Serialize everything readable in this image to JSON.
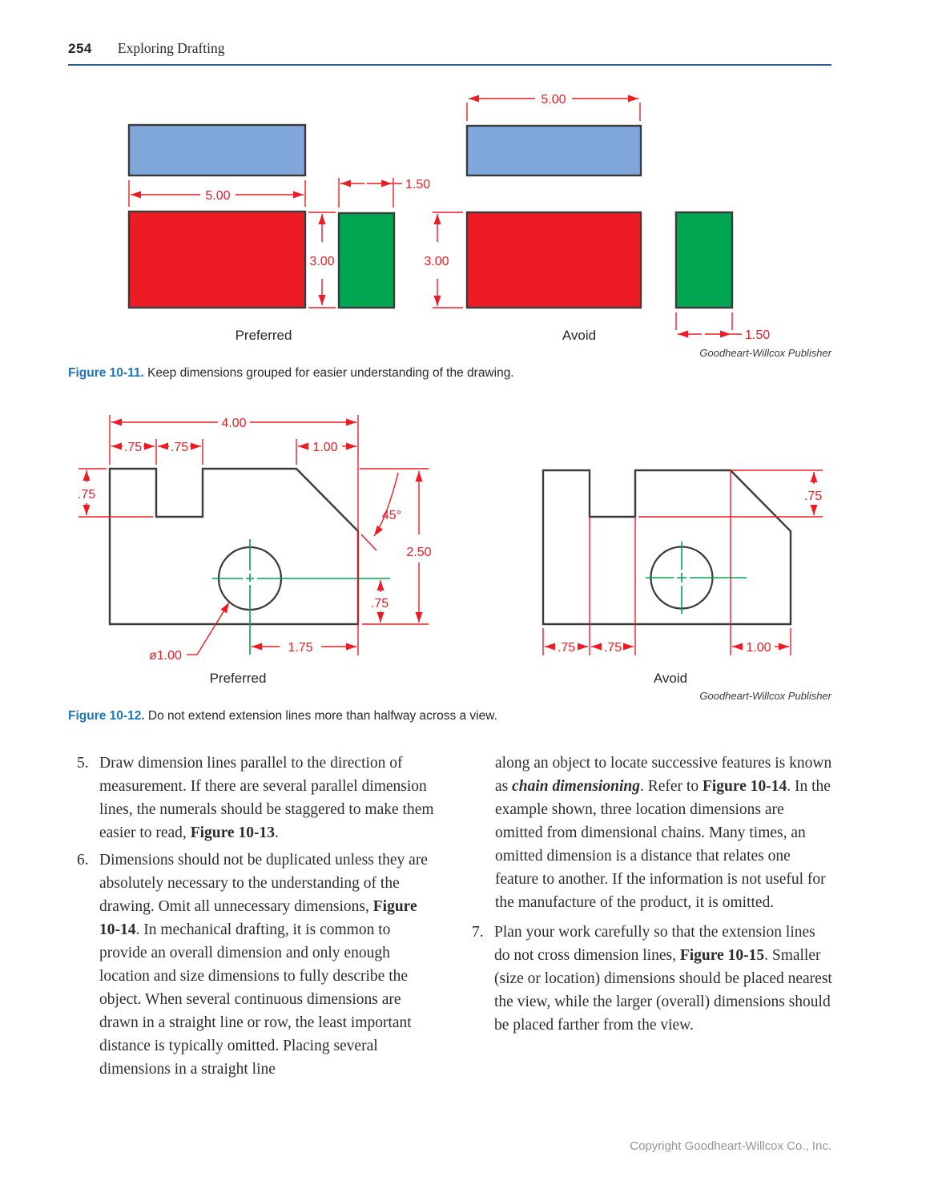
{
  "header": {
    "page_number": "254",
    "book_title": "Exploring Drafting"
  },
  "figure_10_11": {
    "preferred": {
      "width_dim": "5.00",
      "height_dim": "3.00",
      "thickness_dim": "1.50",
      "label": "Preferred"
    },
    "avoid": {
      "width_dim": "5.00",
      "height_dim": "3.00",
      "thickness_dim": "1.50",
      "label": "Avoid"
    },
    "credit": "Goodheart-Willcox Publisher",
    "caption_ref": "Figure 10-11.",
    "caption_text": " Keep dimensions grouped for easier understanding of the drawing."
  },
  "figure_10_12": {
    "preferred": {
      "overall_width": "4.00",
      "notch_offset": ".75",
      "notch_width": ".75",
      "chamfer_width": "1.00",
      "notch_depth": ".75",
      "chamfer_angle": "45°",
      "height": "2.50",
      "hole_offset_y": ".75",
      "hole_offset_x": "1.75",
      "hole_diameter": "ø1.00",
      "label": "Preferred"
    },
    "avoid": {
      "chamfer_depth": ".75",
      "notch_offset": ".75",
      "notch_width": ".75",
      "chamfer_width": "1.00",
      "label": "Avoid"
    },
    "credit": "Goodheart-Willcox Publisher",
    "caption_ref": "Figure 10-12.",
    "caption_text": " Do not extend extension lines more than halfway across a view."
  },
  "body": {
    "items": [
      {
        "num": "5.",
        "t1": "Draw dimension lines parallel to the direction of measurement. If there are several parallel dimension lines, the numerals should be staggered to make them easier to read, ",
        "ref": "Figure 10-13",
        "t2": "."
      },
      {
        "num": "6.",
        "t1": "Dimensions should not be duplicated unless they are absolutely necessary to the understanding of the drawing. Omit all unnecessary dimensions, ",
        "ref": "Figure 10-14",
        "t2": ". In mechanical drafting, it is common to provide an overall dimension and only enough location and size dimensions to fully describe the object. When several continuous dimensions are drawn in a straight line or row, the least important distance is typically omitted. Placing several dimensions in a straight line"
      },
      {
        "num": "7.",
        "t1": "Plan your work carefully so that the extension lines do not cross dimension lines, ",
        "ref": "Figure 10-15",
        "t2": ". Smaller (size or location) dimensions should be placed nearest the view, while the larger (overall) dimensions should be placed farther from the view."
      }
    ],
    "right_intro": {
      "t1": "along an object to locate successive features is known as ",
      "term": "chain dimensioning",
      "t2": ". Refer to ",
      "ref": "Figure 10-14",
      "t3": ". In the example shown, three location dimensions are omitted from dimensional chains. Many times, an omitted dimension is a distance that relates one feature to another. If the information is not useful for the manufacture of the product, it is omitted."
    }
  },
  "footer": {
    "copyright": "Copyright Goodheart-Willcox Co., Inc."
  },
  "colors": {
    "dimension_red": "#ED1C24",
    "block_blue": "#7FA7D9",
    "block_green": "#00A651",
    "outline_dark": "#3B3A3C",
    "caption_blue": "#1C75BC",
    "header_rule_blue": "#2E5F8F",
    "footer_gray": "#939598"
  }
}
